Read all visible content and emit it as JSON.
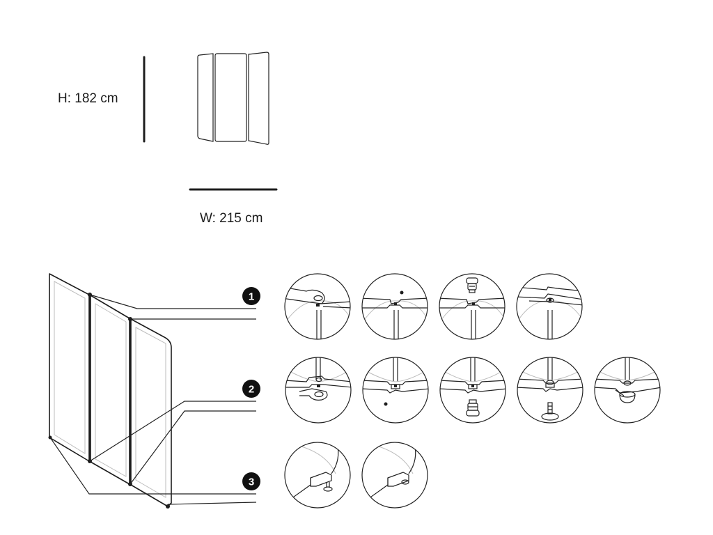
{
  "dimensions": {
    "height_label": "H: 182 cm",
    "width_label": "W: 215 cm"
  },
  "steps": [
    {
      "number": "1",
      "detail_count": 4
    },
    {
      "number": "2",
      "detail_count": 5
    },
    {
      "number": "3",
      "detail_count": 2
    }
  ],
  "colors": {
    "line": "#1d1d1d",
    "badge_fill": "#111111",
    "badge_text": "#ffffff",
    "background": "#ffffff"
  },
  "icons": [
    "hinge-detail-icon",
    "screw-icon",
    "bushing-icon",
    "foot-icon"
  ]
}
